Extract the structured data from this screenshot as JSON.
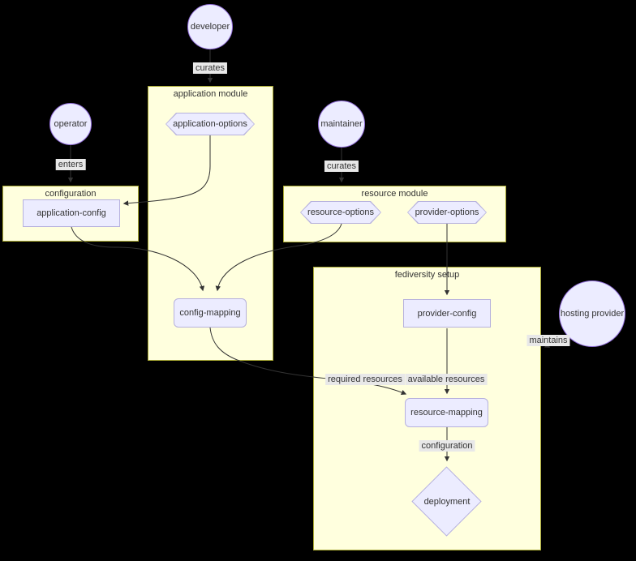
{
  "diagram": {
    "background": "#000000",
    "colors": {
      "node_fill": "#ECECFF",
      "node_border": "#b6b1dd",
      "actor_border": "#9370DB",
      "cluster_fill": "#ffffde",
      "cluster_border": "#aaaa33",
      "edge_color": "#333333",
      "edge_label_bg": "#e8e8e8",
      "text_color": "#333333"
    },
    "actors": [
      {
        "id": "developer",
        "label": "developer",
        "shape": "circle"
      },
      {
        "id": "operator",
        "label": "operator",
        "shape": "circle"
      },
      {
        "id": "maintainer",
        "label": "maintainer",
        "shape": "circle"
      },
      {
        "id": "hosting-provider",
        "label": "hosting provider",
        "shape": "circle"
      }
    ],
    "containers": [
      {
        "id": "application-module",
        "title": "application module"
      },
      {
        "id": "configuration",
        "title": "configuration"
      },
      {
        "id": "resource-module",
        "title": "resource module"
      },
      {
        "id": "fediversity-setup",
        "title": "fediversity setup"
      }
    ],
    "nodes": [
      {
        "id": "application-options",
        "label": "application-options",
        "shape": "hexagon",
        "container": "application-module"
      },
      {
        "id": "resource-options",
        "label": "resource-options",
        "shape": "hexagon",
        "container": "resource-module"
      },
      {
        "id": "provider-options",
        "label": "provider-options",
        "shape": "hexagon",
        "container": "resource-module"
      },
      {
        "id": "application-config",
        "label": "application-config",
        "shape": "rect",
        "container": "configuration"
      },
      {
        "id": "config-mapping",
        "label": "config-mapping",
        "shape": "rounded-rect",
        "container": "application-module"
      },
      {
        "id": "provider-config",
        "label": "provider-config",
        "shape": "rect",
        "container": "fediversity-setup"
      },
      {
        "id": "resource-mapping",
        "label": "resource-mapping",
        "shape": "rounded-rect",
        "container": "fediversity-setup"
      },
      {
        "id": "deployment",
        "label": "deployment",
        "shape": "diamond",
        "container": "fediversity-setup"
      }
    ],
    "edges": [
      {
        "from": "developer",
        "to": "application-module",
        "label": "curates"
      },
      {
        "from": "operator",
        "to": "configuration",
        "label": "enters"
      },
      {
        "from": "maintainer",
        "to": "resource-module",
        "label": "curates"
      },
      {
        "from": "application-options",
        "to": "application-config",
        "label": ""
      },
      {
        "from": "application-config",
        "to": "config-mapping",
        "label": ""
      },
      {
        "from": "resource-options",
        "to": "config-mapping",
        "label": ""
      },
      {
        "from": "config-mapping",
        "to": "resource-mapping",
        "label": "required resources"
      },
      {
        "from": "provider-options",
        "to": "provider-config",
        "label": ""
      },
      {
        "from": "provider-config",
        "to": "resource-mapping",
        "label": "available resources"
      },
      {
        "from": "resource-mapping",
        "to": "deployment",
        "label": "configuration"
      },
      {
        "from": "hosting-provider",
        "to": "fediversity-setup",
        "label": "maintains"
      }
    ],
    "edge_labels": [
      {
        "id": "curates-developer",
        "label": "curates"
      },
      {
        "id": "enters",
        "label": "enters"
      },
      {
        "id": "curates-maintainer",
        "label": "curates"
      },
      {
        "id": "maintains",
        "label": "maintains"
      },
      {
        "id": "required-resources",
        "label": "required resources"
      },
      {
        "id": "available-resources",
        "label": "available resources"
      },
      {
        "id": "configuration",
        "label": "configuration"
      }
    ]
  }
}
